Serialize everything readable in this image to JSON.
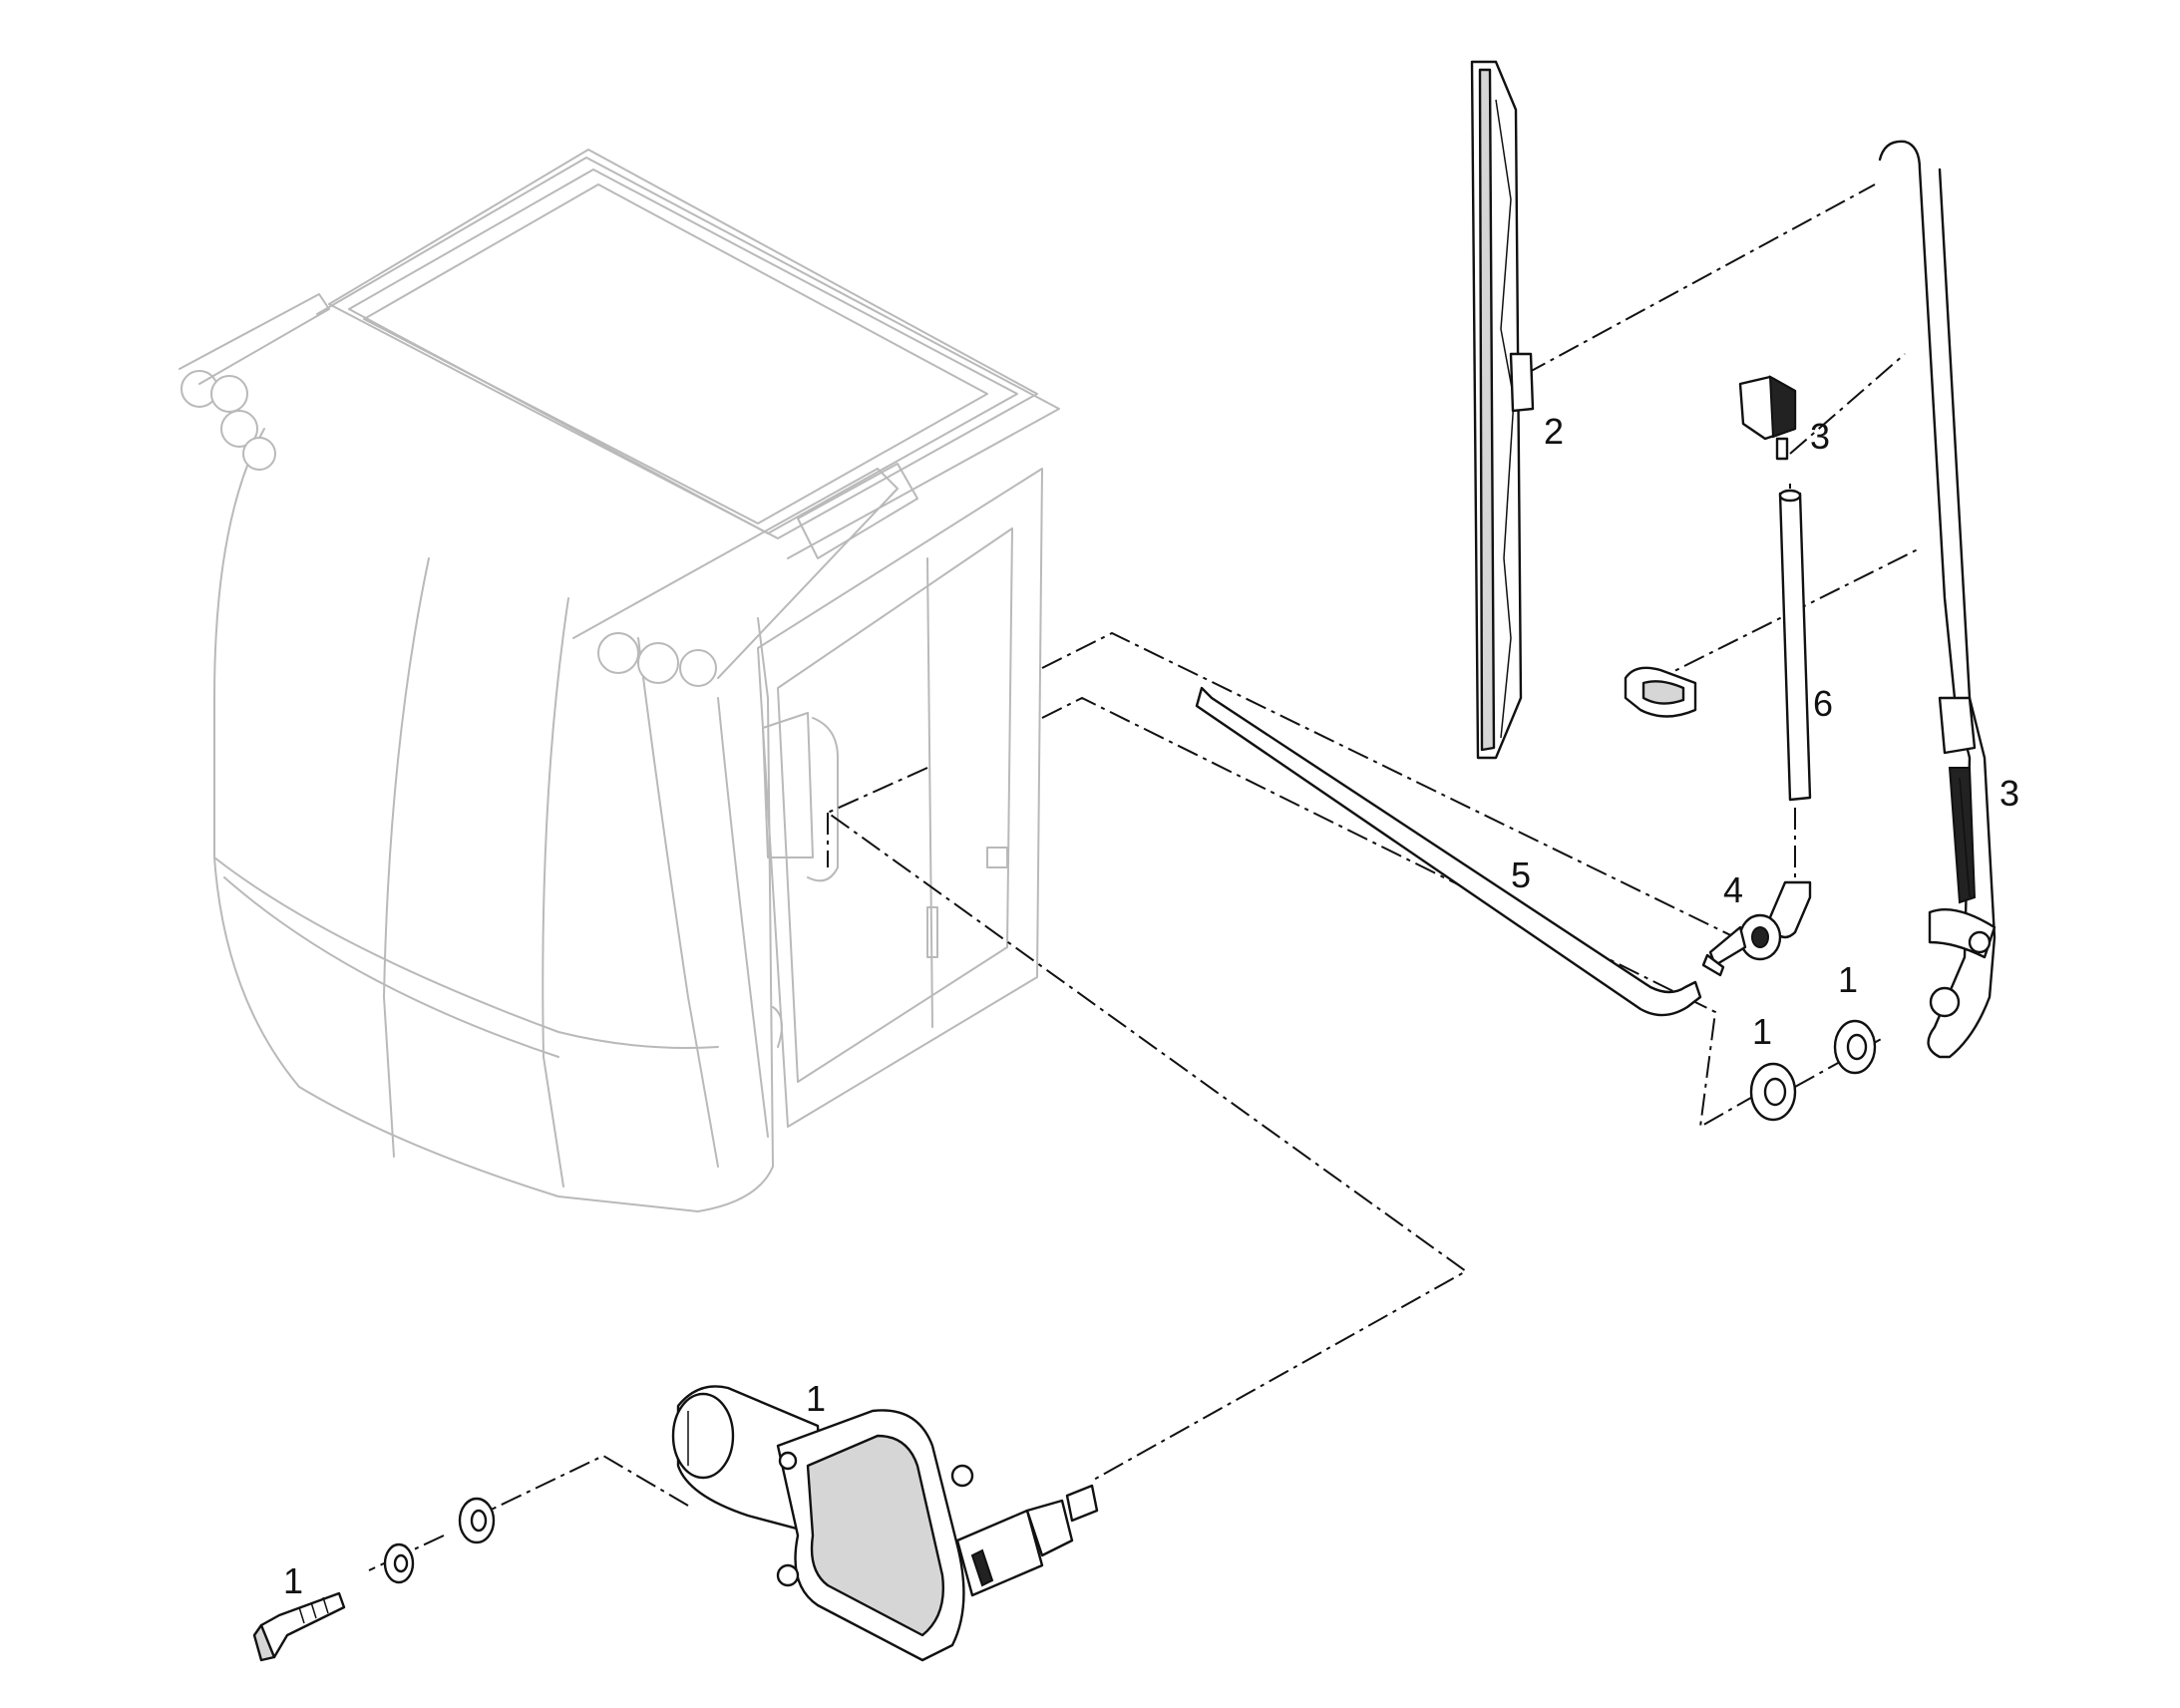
{
  "callouts": {
    "wiper_blade": "2",
    "nozzle": "3",
    "wiper_arm": "3",
    "hose": "6",
    "pipe": "5",
    "connector": "4",
    "washer_right": "1",
    "washer_left": "1",
    "motor": "1",
    "bolt": "1"
  },
  "colors": {
    "line": "#111111",
    "cab_outline": "#b9b9b9",
    "background": "#ffffff"
  },
  "icons": {
    "cab": "machine-cab-outline",
    "motor": "wiper-motor",
    "blade": "wiper-blade",
    "arm": "wiper-arm"
  }
}
